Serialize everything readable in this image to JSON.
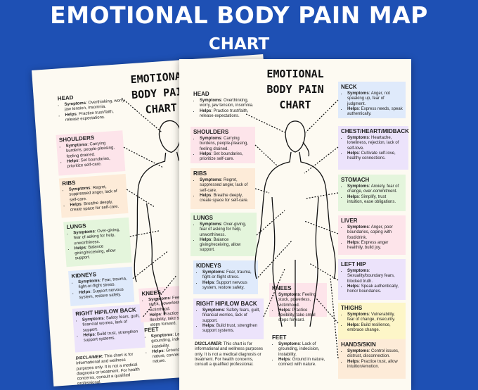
{
  "header": {
    "title": "EMOTIONAL BODY PAIN MAP",
    "subtitle": "CHART"
  },
  "poster": {
    "title_line1": "EMOTIONAL",
    "title_line2": "BODY PAIN",
    "title_line3": "CHART"
  },
  "labels": {
    "symptoms": "Symptoms",
    "helps": "Helps"
  },
  "colors": {
    "background": "#1e50b4",
    "paper": "#fdfaf2",
    "pink": "#fde4ea",
    "peach": "#fdebd8",
    "yellow": "#fdf6c8",
    "green": "#e4f5dc",
    "blue": "#dfeafb",
    "purple": "#ece3fb"
  },
  "sections": {
    "head": {
      "title": "HEAD",
      "symptoms": ": Overthinking, worry, jaw tension, insomnia.",
      "helps": ": Practice trust/faith, release expectations."
    },
    "shoulders": {
      "title": "SHOULDERS",
      "symptoms": ": Carrying burdens, people-pleasing, feeling drained.",
      "helps": ": Set boundaries, prioritize self-care."
    },
    "ribs": {
      "title": "RIBS",
      "symptoms": ": Regret, suppressed anger, lack of self-care.",
      "helps": ": Breathe deeply, create space for self-care."
    },
    "lungs": {
      "title": "LUNGS",
      "symptoms": ": Over-giving, fear of asking for help, unworthiness.",
      "helps": ": Balance giving/receiving, allow support."
    },
    "kidneys": {
      "title": "KIDNEYS",
      "symptoms": ": Fear, trauma, fight-or-flight stress.",
      "helps": ": Support nervous system, restore safety."
    },
    "right_hip": {
      "title": "RIGHT HIP/LOW BACK",
      "symptoms": ": Safety fears, guilt, financial worries, lack of support.",
      "helps": ": Build trust, strengthen support systems."
    },
    "knees": {
      "title": "KNEES",
      "symptoms": ": Feeling stuck, powerless, victimhood.",
      "helps": ": Practice flexibility, take small steps forward."
    },
    "feet": {
      "title": "FEET",
      "symptoms": ": Lack of grounding, indecision, instability.",
      "helps": ": Ground in nature, connect with nature."
    },
    "neck": {
      "title": "NECK",
      "symptoms": ": Anger, not speaking up, fear of judgment.",
      "helps": ": Express needs, speak authentically."
    },
    "chest": {
      "title": "CHEST/HEART/MIDBACK",
      "symptoms": ": Heartache, loneliness, rejection, lack of self-love.",
      "helps": ": Cultivate self-love, healthy connections."
    },
    "stomach": {
      "title": "STOMACH",
      "symptoms": ": Anxiety, fear of change, over-commitment.",
      "helps": ": Simplify, trust intuition, ease obligations."
    },
    "liver": {
      "title": "LIVER",
      "symptoms": ": Anger, poor boundaries, coping with food/drink.",
      "helps": ": Express anger healthily, build joy."
    },
    "left_hip": {
      "title": "LEFT HIP",
      "symptoms": ": Sexuality/boundary fears, blocked truth.",
      "helps": ": Speak authentically, honor boundaries."
    },
    "thighs": {
      "title": "THIGHS",
      "symptoms": ": Vulnerability, fear of change, insecurity.",
      "helps": ": Build resilience, embrace change."
    },
    "hands": {
      "title": "HANDS/SKIN",
      "symptoms": ": Control issues, distrust, disconnection.",
      "helps": ": Practice trust, allow intuition/emotion."
    }
  },
  "disclaimer": {
    "label": "DISCLAIMER:",
    "text": " This chart is for informational and wellness purposes only. It is not a medical diagnosis or treatment. For health concerns, consult a qualified professional."
  }
}
